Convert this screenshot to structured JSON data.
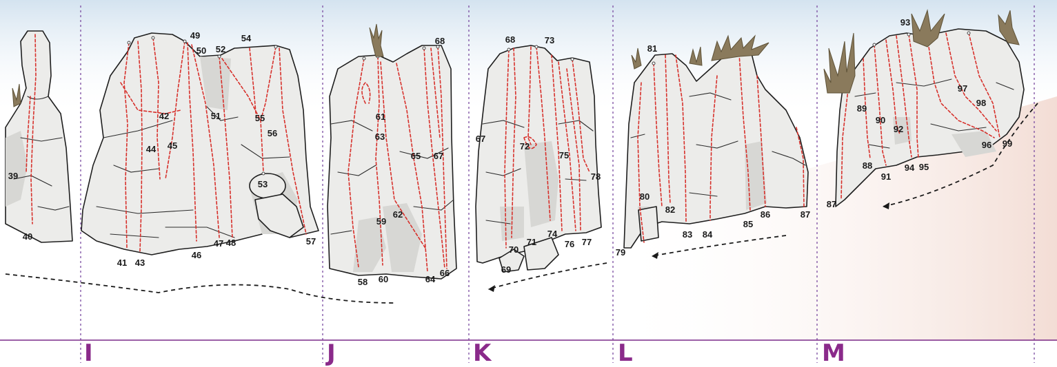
{
  "sectors": [
    {
      "id": "I",
      "label": "I"
    },
    {
      "id": "J",
      "label": "J"
    },
    {
      "id": "K",
      "label": "K"
    },
    {
      "id": "L",
      "label": "L"
    },
    {
      "id": "M",
      "label": "M"
    }
  ],
  "route_numbers": [
    "39",
    "40",
    "41",
    "42",
    "43",
    "44",
    "45",
    "46",
    "47",
    "48",
    "49",
    "50",
    "51",
    "52",
    "53",
    "54",
    "55",
    "56",
    "57",
    "58",
    "59",
    "60",
    "61",
    "62",
    "63",
    "64",
    "65",
    "66",
    "67",
    "68",
    "67",
    "68",
    "69",
    "70",
    "71",
    "72",
    "73",
    "74",
    "75",
    "76",
    "77",
    "78",
    "79",
    "80",
    "81",
    "82",
    "83",
    "84",
    "85",
    "86",
    "87",
    "87",
    "88",
    "89",
    "90",
    "91",
    "92",
    "93",
    "94",
    "95",
    "96",
    "97",
    "98",
    "99"
  ],
  "colors": {
    "route": "#d7302b",
    "rock_fill": "#ececea",
    "sky": "#cfe0ee",
    "ground": "#f6e9e3",
    "sector_divider": "#7a4aa0",
    "sector_label": "#8a2a8a"
  }
}
